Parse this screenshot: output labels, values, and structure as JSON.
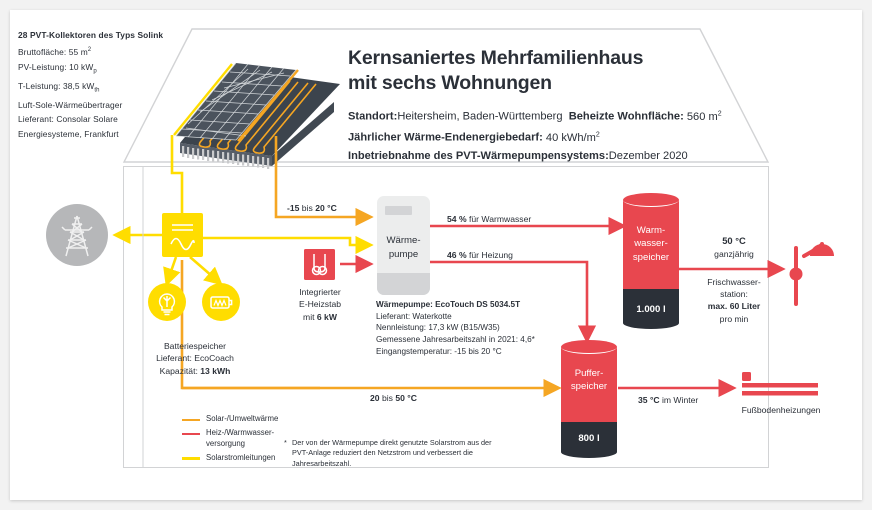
{
  "colors": {
    "yellow": "#FFDD00",
    "orange": "#F5A623",
    "red": "#E8474F",
    "dark": "#2b3038",
    "grey": "#b6b7b9",
    "panel_grey": "#eceded"
  },
  "spec_panel": {
    "heading": "28 PVT-Kollektoren des Typs Solink",
    "lines": [
      "Bruttofläche: 55 m²",
      "PV-Leistung: 10 kWp",
      "T-Leistung: 38,5 kWth",
      "Luft-Sole-Wärmeübertrager",
      "Lieferant: Consolar Solare",
      "Energiesysteme, Frankfurt"
    ]
  },
  "title": {
    "line1": "Kernsaniertes Mehrfamilienhaus",
    "line2": "mit sechs Wohnungen",
    "facts": [
      {
        "label": "Standort:",
        "value": " Heitersheim, Baden-Württemberg",
        "label2": "Beheizte Wohnfläche:",
        "value2": " 560 m²"
      },
      {
        "label": "Jährlicher Wärme-Endenergiebedarf:",
        "value": " 40 kWh/m²"
      },
      {
        "label": "Inbetriebnahme des PVT-Wärmepumpensystems:",
        "value": " Dezember 2020"
      }
    ],
    "fact1a_label": "Standort:",
    "fact1a_value": "Heitersheim, Baden-Württemberg",
    "fact1b_label": "Beheizte Wohnfläche:",
    "fact1b_value": "560 m²",
    "fact2_label": "Jährlicher Wärme-Endenergiebedarf:",
    "fact2_value": "40 kWh/m²",
    "fact3_label": "Inbetriebnahme des PVT-Wärmepumpensystems:",
    "fact3_value": "Dezember 2020"
  },
  "flows": {
    "source_temp_bold": "-15",
    "source_temp_mid": " bis ",
    "source_temp_bold2": "20 °C",
    "source_temp": "-15 bis 20 °C",
    "hotwater_pct": "54 %",
    "hotwater_rest": " für Warmwasser",
    "heating_pct": "46 %",
    "heating_rest": " für Heizung",
    "buffer_temp": "20 bis 50 °C",
    "buffer_temp_a": "20",
    "buffer_temp_b": " bis ",
    "buffer_temp_c": "50 °C",
    "floor_temp_a": "35 °C",
    "floor_temp_b": " im Winter"
  },
  "heat_pump": {
    "box_label_1": "Wärme-",
    "box_label_2": "pumpe",
    "spec_heading": "Wärmepumpe: EcoTouch DS 5034.5T",
    "spec_lines": [
      "Lieferant: Waterkotte",
      "Nennleistung: 17,3 kW (B15/W35)",
      "Gemessene Jahresarbeitszahl in 2021: 4,6*",
      "Eingangstemperatur: -15 bis 20 °C"
    ]
  },
  "e_heater": {
    "line1": "Integrierter",
    "line2": "E-Heizstab",
    "line3_plain": "mit ",
    "line3_bold": "6 kW"
  },
  "battery": {
    "line1": "Batteriespeicher",
    "line2": "Lieferant: EcoCoach",
    "line3_plain": "Kapazität: ",
    "line3_bold": "13 kWh"
  },
  "hotwater_tank": {
    "name_1": "Warm-",
    "name_2": "wasser-",
    "name_3": "speicher",
    "volume": "1.000 l"
  },
  "buffer_tank": {
    "name_1": "Puffer-",
    "name_2": "speicher",
    "volume": "800 l"
  },
  "freshwater": {
    "temp_bold": "50 °C",
    "temp_sub": "ganzjährig",
    "line1": "Frischwasser-",
    "line2": "station:",
    "line3_bold": "max. 60 Liter",
    "line4": "pro min"
  },
  "floor_heating": {
    "label": "Fußbodenheizungen"
  },
  "legend": {
    "items": [
      {
        "color": "#F5A623",
        "text": "Solar-/Umweltwärme"
      },
      {
        "color": "#E8474F",
        "text": "Heiz-/Warmwasser-\nversorgung"
      },
      {
        "color": "#FFDD00",
        "text": "Solarstromleitungen"
      }
    ],
    "item0_text": "Solar-/Umweltwärme",
    "item1_text_a": "Heiz-/Warmwasser-",
    "item1_text_b": "versorgung",
    "item2_text": "Solarstromleitungen"
  },
  "footnote": {
    "marker": "*",
    "text": "Der von der Wärmepumpe direkt genutzte Solarstrom aus der PVT-Anlage reduziert den Netzstrom und verbessert die Jahresarbeitszahl."
  },
  "icons": {
    "pv_collector": "pv-thermal-collector-icon",
    "grid": "power-grid-tower-icon",
    "inverter": "inverter-icon",
    "lamp": "lightbulb-icon",
    "battery": "battery-icon",
    "eheater": "electric-heating-rod-icon",
    "shower": "shower-icon",
    "floor": "floor-heating-icon"
  }
}
